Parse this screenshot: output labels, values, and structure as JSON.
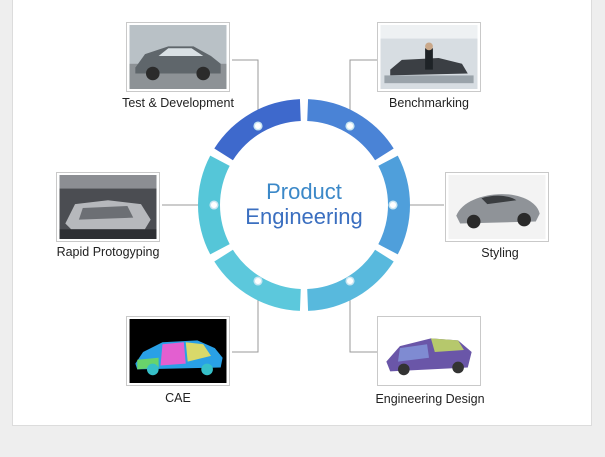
{
  "center": {
    "line1": "Product",
    "line2": "Engineering"
  },
  "nodes": [
    {
      "label": "Test & Development",
      "icon": "car-prototype-photo"
    },
    {
      "label": "Benchmarking",
      "icon": "car-teardown-lab-photo"
    },
    {
      "label": "Styling",
      "icon": "concept-car-rendering"
    },
    {
      "label": "Engineering Design",
      "icon": "cad-car-assembly"
    },
    {
      "label": "CAE",
      "icon": "cae-mesh-car"
    },
    {
      "label": "Rapid Protogyping",
      "icon": "rapid-prototype-workshop-photo"
    }
  ],
  "colors": {
    "ring_dark": "#3f6fc9",
    "ring_light": "#5ccbd9",
    "center_text": "#3b88c8",
    "connector": "#9a9a9a"
  }
}
